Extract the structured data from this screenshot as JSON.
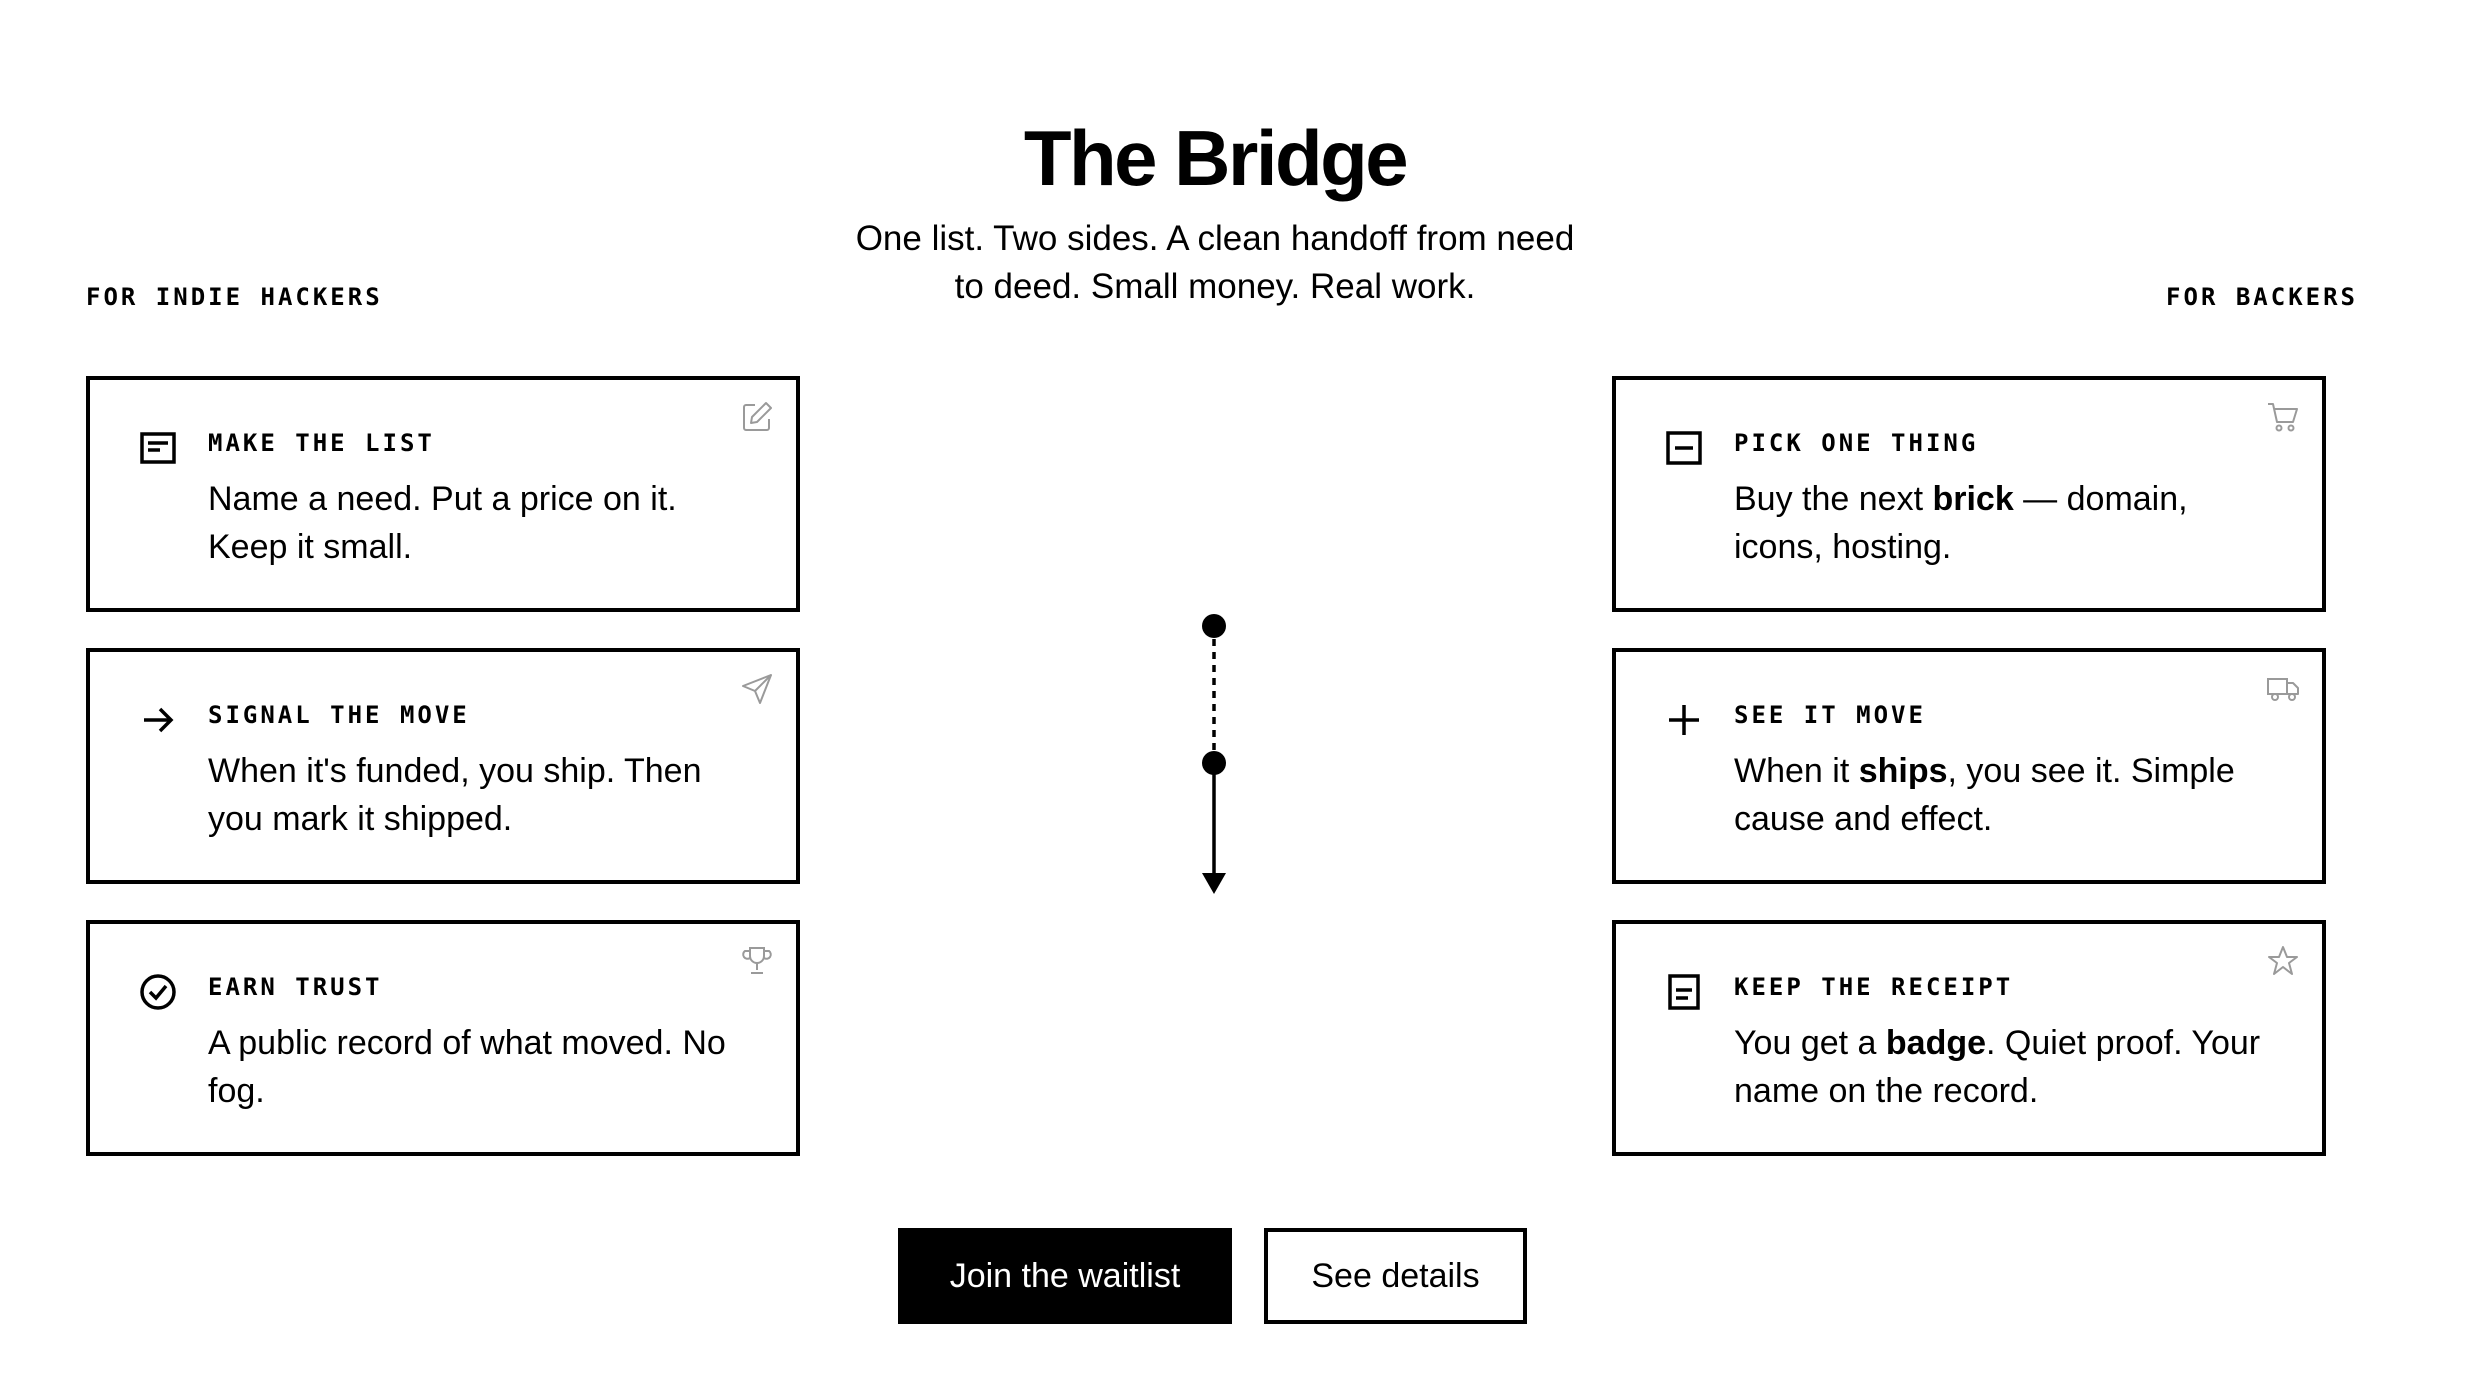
{
  "header": {
    "title": "The Bridge",
    "subtitle": "One list. Two sides. A clean handoff from need to deed. Small money. Real work."
  },
  "sides": {
    "left_label": "FOR INDIE HACKERS",
    "right_label": "FOR BACKERS"
  },
  "left_cards": [
    {
      "title": "MAKE THE LIST",
      "body": [
        "Name a need. Put a price on it. Keep it small."
      ],
      "step_icon": "list-icon",
      "corner_icon": "edit-icon"
    },
    {
      "title": "SIGNAL THE MOVE",
      "body": [
        "When it's funded, you ship. Then you mark it shipped."
      ],
      "step_icon": "arrow-right-icon",
      "corner_icon": "send-icon"
    },
    {
      "title": "EARN TRUST",
      "body": [
        "A public record of what moved. No fog."
      ],
      "step_icon": "check-circle-icon",
      "corner_icon": "trophy-icon"
    }
  ],
  "right_cards": [
    {
      "title": "PICK ONE THING",
      "body": [
        "Buy the next ",
        "brick",
        " — domain, icons, hosting."
      ],
      "step_icon": "minus-box-icon",
      "corner_icon": "cart-icon"
    },
    {
      "title": "SEE IT MOVE",
      "body": [
        "When it ",
        "ships",
        ", you see it. Simple cause and effect."
      ],
      "step_icon": "plus-icon",
      "corner_icon": "truck-icon"
    },
    {
      "title": "KEEP THE RECEIPT",
      "body": [
        "You get a ",
        "badge",
        ". Quiet proof. Your name on the record."
      ],
      "step_icon": "receipt-icon",
      "corner_icon": "star-icon"
    }
  ],
  "actions": {
    "primary_label": "Join the waitlist",
    "secondary_label": "See details"
  },
  "colors": {
    "text": "#000000",
    "background": "#ffffff",
    "corner_icon": "#9a9a9a"
  }
}
